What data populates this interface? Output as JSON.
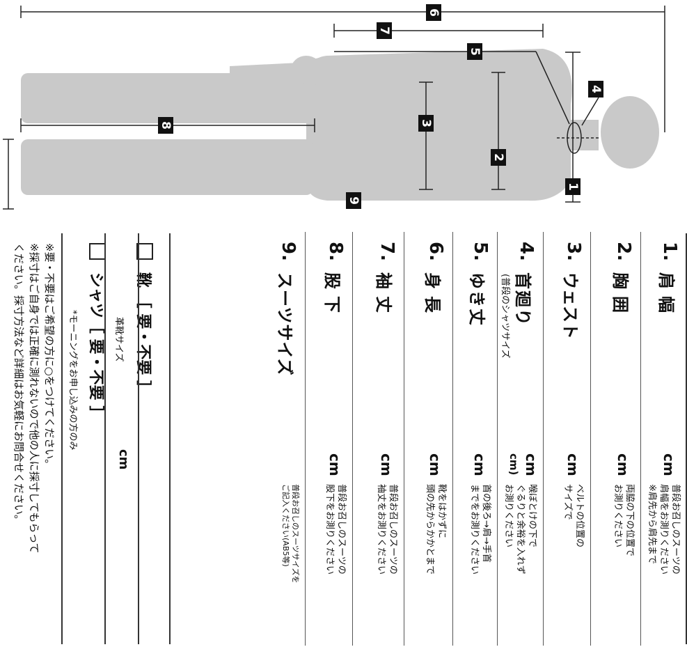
{
  "figure": {
    "markers": [
      "1",
      "2",
      "3",
      "4",
      "5",
      "6",
      "7",
      "8",
      "9"
    ]
  },
  "form": {
    "rows": [
      {
        "num": "1.",
        "label": "肩幅",
        "sub": "",
        "unit": "cm",
        "note": "普段お召しのスーツの\n肩幅をお測りください\n※肩先から肩先まで"
      },
      {
        "num": "2.",
        "label": "胸囲",
        "sub": "",
        "unit": "cm",
        "note": "両脇の下の位置で\nお測りください"
      },
      {
        "num": "3.",
        "label": "ウェスト",
        "sub": "",
        "unit": "cm",
        "note": "ベルトの位置の\nサイズで"
      },
      {
        "num": "4.",
        "label": "首廻り",
        "sub": "(普段のシャツサイズ",
        "unit": "cm",
        "unit2": "cm)",
        "note": "喉ぼとけの下で\nぐるりと余裕を入れず\nお測りください"
      },
      {
        "num": "5.",
        "label": "ゆき丈",
        "sub": "",
        "unit": "cm",
        "note": "首の後ろ→肩→手首\nまでをお測りください"
      },
      {
        "num": "6.",
        "label": "身長",
        "sub": "",
        "unit": "cm",
        "note": "靴をはかずに\n頭の先からかかとまで"
      },
      {
        "num": "7.",
        "label": "袖丈",
        "sub": "",
        "unit": "cm",
        "note": "普段お召しのスーツの\n袖丈をお測りください"
      },
      {
        "num": "8.",
        "label": "股下",
        "sub": "",
        "unit": "cm",
        "note": "普段お召しのスーツの\n股下をお測りください"
      },
      {
        "num": "9.",
        "label": "スーツサイズ",
        "sub": "",
        "unit": "",
        "note": "普段お召しのスーツサイズを\nご記入ください(AB5等)"
      }
    ],
    "shoes": {
      "label": "靴 ［ 要・不要 ］",
      "sub": "革靴サイズ",
      "unit": "cm"
    },
    "shirt": {
      "label": "シャツ［ 要・不要 ］",
      "sub": "*モーニングをお申し込みの方のみ"
    },
    "footnotes": "※要・不要はご希望の方に○をつけてください。\n※採寸はご自身では正確に測れないので他の人に採寸してもらって\nください。採寸方法など詳細はお気軽にお問合せください。"
  },
  "colors": {
    "silhouette": "#c9c9c9",
    "line": "#222222",
    "marker_bg": "#111111",
    "marker_text": "#ffffff"
  }
}
